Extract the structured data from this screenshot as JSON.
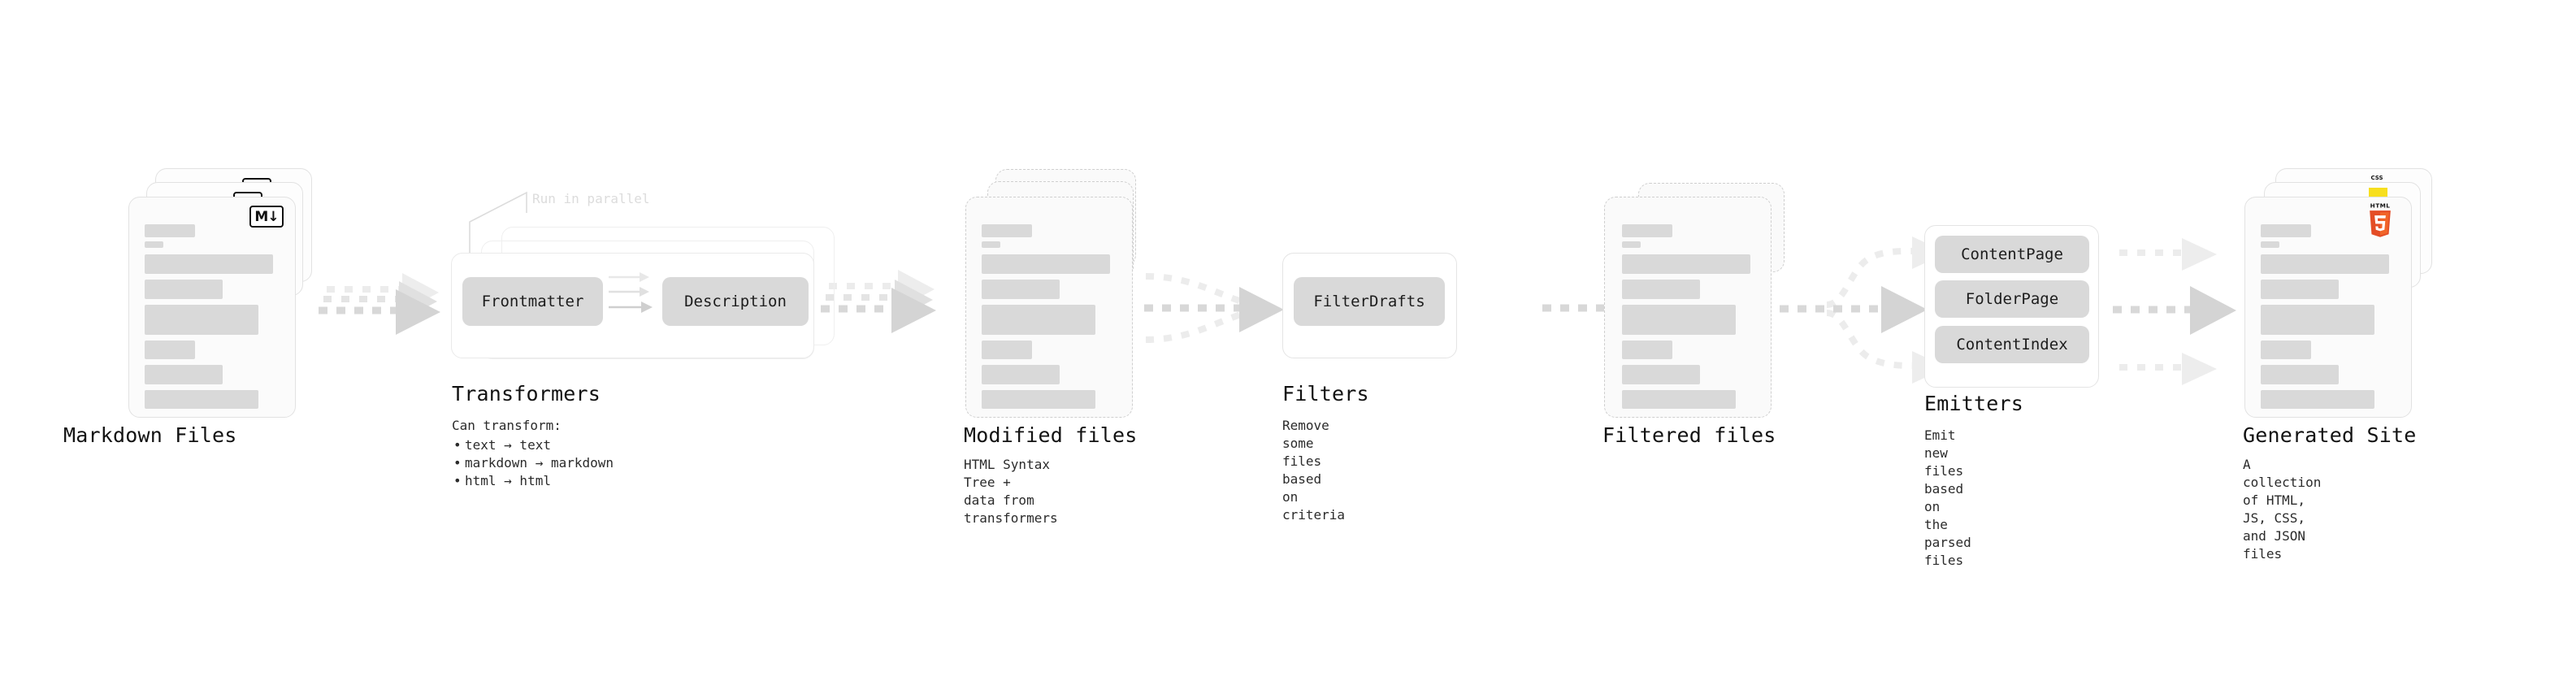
{
  "diagram": {
    "title": "Quartz build pipeline",
    "colors": {
      "skeleton": "#d9d9d9",
      "card_border": "#e2e2e2",
      "dashed_border": "#cfcfcf",
      "arrow": "#d4d4d4",
      "pill": "#d9d9d9",
      "faint_text": "#dcdcdc",
      "js_yellow": "#f7df1e",
      "css_blue": "#2a4bd7",
      "html5_orange": "#e44d26"
    },
    "stages": [
      {
        "id": "markdown-files",
        "title": "Markdown Files",
        "subtitle": "",
        "badge": "markdown-logo",
        "badge_text": "M↓",
        "card_style": "solid",
        "stack_count": 3
      },
      {
        "id": "transformers",
        "title": "Transformers",
        "annotation": "Run in parallel",
        "bullets_header": "Can transform:",
        "bullets": [
          "text → text",
          "markdown → markdown",
          "html → html"
        ],
        "pills": [
          "Frontmatter",
          "Description"
        ],
        "stack_count": 3
      },
      {
        "id": "modified-files",
        "title": "Modified files",
        "subtitle": "HTML Syntax Tree +\ndata from transformers",
        "card_style": "dashed",
        "stack_count": 3
      },
      {
        "id": "filters",
        "title": "Filters",
        "subtitle": "Remove some files based\non criteria",
        "pills": [
          "FilterDrafts"
        ]
      },
      {
        "id": "filtered-files",
        "title": "Filtered files",
        "subtitle": "",
        "card_style": "dashed",
        "stack_count": 2
      },
      {
        "id": "emitters",
        "title": "Emitters",
        "subtitle": "Emit new files based on\nthe parsed files",
        "pills": [
          "ContentPage",
          "FolderPage",
          "ContentIndex"
        ]
      },
      {
        "id": "generated-site",
        "title": "Generated Site",
        "subtitle": "A collection of HTML,\nJS, CSS, and JSON files",
        "badges": [
          "css-logo",
          "js-logo",
          "html5-logo"
        ],
        "badge_text_css": "CSS",
        "badge_text_html5": "HTML",
        "badge_number_html5": "5",
        "card_style": "solid",
        "stack_count": 3
      }
    ],
    "arrows": [
      {
        "id": "arrow-markdown-to-transformers",
        "style": "dotted-triple"
      },
      {
        "id": "arrow-transformers-to-modified",
        "style": "dotted-triple"
      },
      {
        "id": "arrow-modified-to-filters",
        "style": "dotted-converge"
      },
      {
        "id": "arrow-filters-to-filtered",
        "style": "dotted-single"
      },
      {
        "id": "arrow-filtered-to-emitters",
        "style": "dotted-fanout"
      },
      {
        "id": "arrow-emitters-to-site",
        "style": "dotted-triple-parallel"
      }
    ]
  }
}
